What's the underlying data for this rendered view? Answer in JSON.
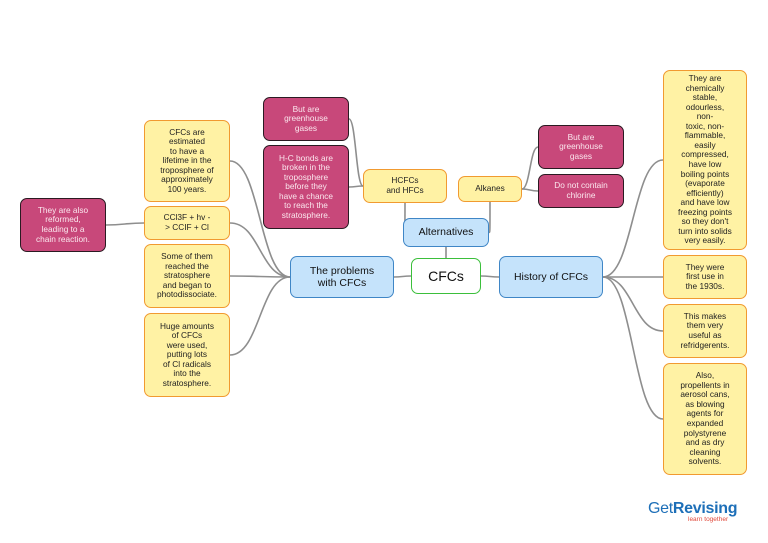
{
  "center": {
    "label": "CFCs"
  },
  "branches": {
    "problems": "The problems\nwith CFCs",
    "history": "History of CFCs",
    "alternatives": "Alternatives",
    "hcfcs": "HCFCs\nand HFCs",
    "alkanes": "Alkanes"
  },
  "notes": {
    "lifetime": "CFCs are\nestimated\nto have a\nlifetime in the\ntroposphere of\napproximately\n100 years.",
    "reaction": "CCl3F + hv -\n> CCIF + Cl",
    "reformed": "They are also\nreformed,\nleading to a\nchain reaction.",
    "reached": "Some of them\nreached the\nstratosphere\nand began to\nphotodissociate.",
    "amounts": "Huge amounts\nof CFCs\nwere used,\nputting lots\nof Cl radicals\ninto the\nstratosphere.",
    "hcfc_greenhouse": "But are\ngreenhouse\ngases",
    "hc_bonds": "H-C bonds are\nbroken in the\ntroposphere\nbefore they\nhave a chance\nto reach the\nstratosphere.",
    "alkane_greenhouse": "But are\ngreenhouse\ngases",
    "no_chlorine": "Do not contain\nchlorine",
    "properties": "They are\nchemically\nstable,\nodourless,\nnon-\ntoxic, non-\nflammable,\neasily\ncompressed,\nhave low\nboiling points\n(evaporate\nefficiently)\nand have low\nfreezing points\nso they don't\nturn into solids\nvery easily.",
    "first_use": "They were\nfirst use in\nthe 1930s.",
    "refrigerants": "This makes\nthem very\nuseful as\nrefridgerents.",
    "propellents": "Also,\npropellents in\naerosol cans,\nas blowing\nagents for\nexpanded\npolystyrene\nand as dry\ncleaning\nsolvents."
  },
  "logo": {
    "brand_light": "Get",
    "brand_bold": "Revising",
    "tagline": "learn together"
  },
  "colors": {
    "link": "#8e8e8e",
    "note_fill": "#fff2a4",
    "note_border": "#f19a30",
    "pink": "#c8487a",
    "blue": "#c5e3fb",
    "green": "#3bbf3b"
  }
}
